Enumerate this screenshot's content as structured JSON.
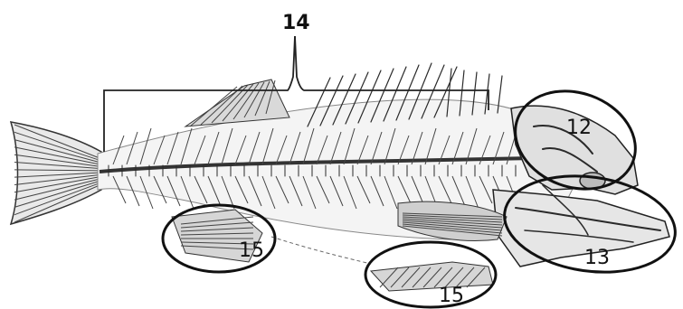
{
  "labels": {
    "top_bracket": "14",
    "skull_upper": "12",
    "jaw_lower": "13",
    "pelvic_fin": "15",
    "anal_fin": "15"
  }
}
